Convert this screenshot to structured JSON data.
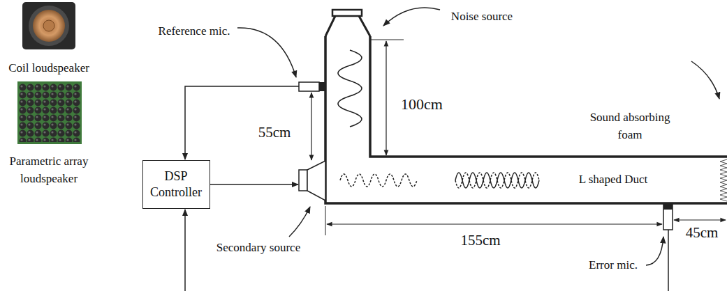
{
  "diagram": {
    "nodes": [
      {
        "text": [
          "DSP Controller"
        ]
      }
    ],
    "labels": [
      "Coil loudspeaker",
      "Parametric array loudspeaker",
      "Reference mic.",
      "Noise source",
      "100cm",
      "55cm",
      "Sound absorbing foam",
      "L shaped Duct",
      "Secondary source",
      "155cm",
      "Error mic.",
      "45cm"
    ]
  }
}
